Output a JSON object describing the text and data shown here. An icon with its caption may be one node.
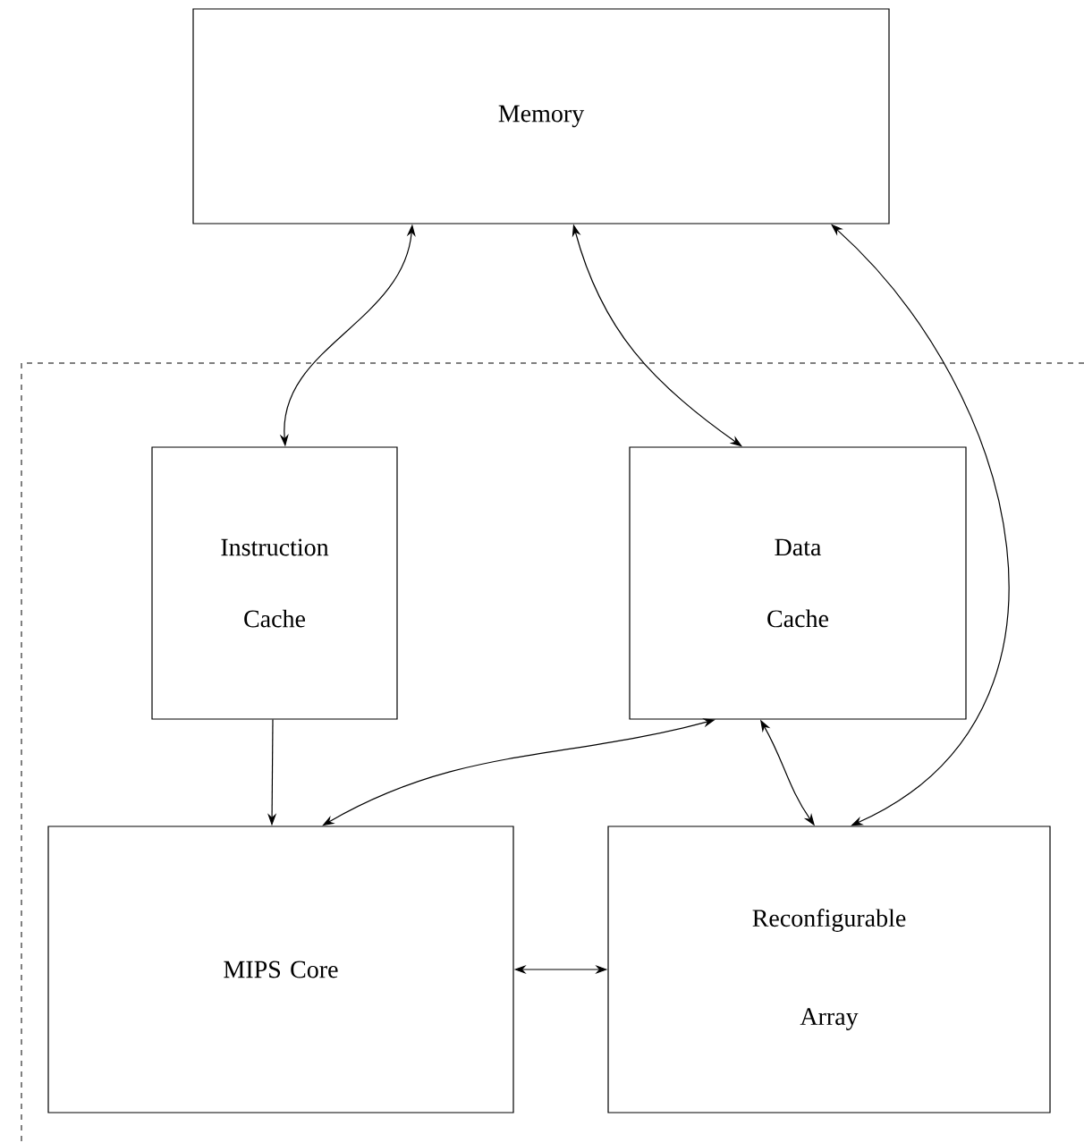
{
  "diagram": {
    "nodes": [
      {
        "text": [
          "Memory"
        ]
      },
      {
        "text": [
          "Instruction Cache"
        ]
      },
      {
        "text": [
          "Data Cache"
        ]
      },
      {
        "text": [
          "MIPS Core"
        ]
      },
      {
        "text": [
          "Reconfigurable Array"
        ]
      }
    ],
    "edges": [
      {
        "from": 0,
        "to": 1,
        "arrow": "both"
      },
      {
        "from": 0,
        "to": 2,
        "arrow": "both"
      },
      {
        "from": 0,
        "to": 4,
        "arrow": "both"
      },
      {
        "from": 1,
        "to": 3,
        "arrow": "to"
      },
      {
        "from": 3,
        "to": 2,
        "arrow": "both"
      },
      {
        "from": 2,
        "to": 4,
        "arrow": "both"
      },
      {
        "from": 3,
        "to": 4,
        "arrow": "both"
      }
    ]
  }
}
